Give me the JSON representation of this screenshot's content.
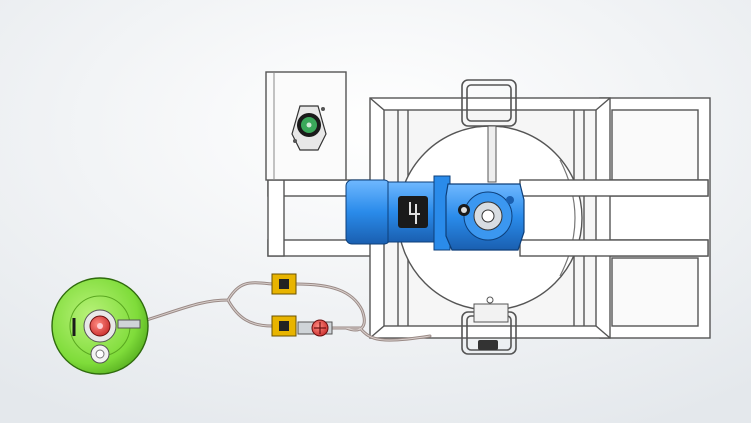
{
  "scene": {
    "view": "top",
    "components": [
      {
        "id": "frame",
        "icon": "frame-outline"
      },
      {
        "id": "control-box",
        "icon": "electrical-box"
      },
      {
        "id": "drum",
        "icon": "circle-drum"
      },
      {
        "id": "motor",
        "icon": "electric-motor"
      },
      {
        "id": "gearbox",
        "icon": "worm-gearbox"
      },
      {
        "id": "sensor-1",
        "icon": "yellow-sensor"
      },
      {
        "id": "sensor-2",
        "icon": "yellow-sensor"
      },
      {
        "id": "valve",
        "icon": "red-valve"
      },
      {
        "id": "hose",
        "icon": "flex-hose"
      },
      {
        "id": "tank",
        "icon": "green-tank"
      }
    ],
    "colors": {
      "background": "#f4f6f8",
      "frame": "#555555",
      "frame_fill": "#ffffff",
      "motor": "#2a8bea",
      "motor_dark": "#1a5fb0",
      "tank": "#7fdc3a",
      "tank_dark": "#3c8a10",
      "sensor": "#e8b400",
      "valve": "#c62828",
      "hose": "#9a8a86"
    }
  }
}
